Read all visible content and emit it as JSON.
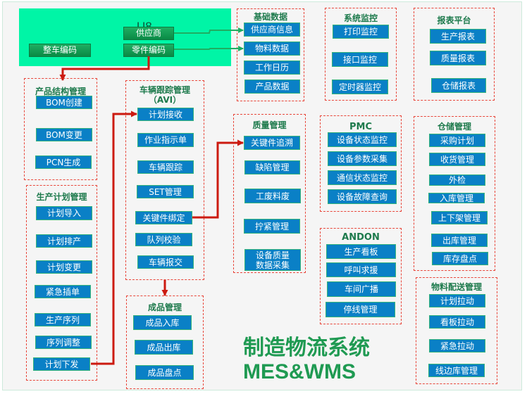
{
  "diagram": {
    "title_line1": "制造物流系统",
    "title_line2": "MES&WMS",
    "colors": {
      "u8_bg": "#00f5a6",
      "green_button": "#129e55",
      "blue_button": "#0a80c6",
      "group_border": "#e8463a",
      "group_title": "#1d7a4c",
      "arrow_red": "#cc1a10",
      "arrow_green": "#1fae62"
    }
  },
  "u8": {
    "title": "U8",
    "buttons": [
      "供应商",
      "整车编码",
      "零件编码"
    ]
  },
  "groups": {
    "basic_data": {
      "title": "基础数据",
      "items": [
        "供应商信息",
        "物料数据",
        "工作日历",
        "产品数据"
      ]
    },
    "system_monitor": {
      "title": "系统监控",
      "items": [
        "打印监控",
        "接口监控",
        "定时器监控"
      ]
    },
    "report_platform": {
      "title": "报表平台",
      "items": [
        "生产报表",
        "质量报表",
        "仓储报表"
      ]
    },
    "product_structure": {
      "title": "产品结构管理",
      "items": [
        "BOM创建",
        "BOM变更",
        "PCN生成"
      ]
    },
    "vehicle_tracking": {
      "title": "车辆跟踪管理",
      "subtitle": "（AVI）",
      "items": [
        "计划接收",
        "作业指示单",
        "车辆跟踪",
        "SET管理",
        "关键件绑定",
        "队列校验",
        "车辆报交"
      ]
    },
    "quality": {
      "title": "质量管理",
      "items": [
        "关键件追溯",
        "缺陷管理",
        "工废料废",
        "拧紧管理",
        "设备质量\n数据采集"
      ]
    },
    "pmc": {
      "title": "PMC",
      "items": [
        "设备状态监控",
        "设备参数采集",
        "通信状态监控",
        "设备故障查询"
      ]
    },
    "warehouse": {
      "title": "仓储管理",
      "items": [
        "采购计划",
        "收货管理",
        "外检",
        "入库管理",
        "上下架管理",
        "出库管理",
        "库存盘点"
      ]
    },
    "production_plan": {
      "title": "生产计划管理",
      "items": [
        "计划导入",
        "计划排产",
        "计划变更",
        "紧急插单",
        "生产序列",
        "序列调整",
        "计划下发"
      ]
    },
    "andon": {
      "title": "ANDON",
      "items": [
        "生产看板",
        "呼叫求援",
        "车间广播",
        "停线管理"
      ]
    },
    "finished_goods": {
      "title": "成品管理",
      "items": [
        "成品入库",
        "成品出库",
        "成品盘点"
      ]
    },
    "material_delivery": {
      "title": "物料配送管理",
      "items": [
        "计划拉动",
        "看板拉动",
        "紧急拉动",
        "线边库管理"
      ]
    }
  }
}
